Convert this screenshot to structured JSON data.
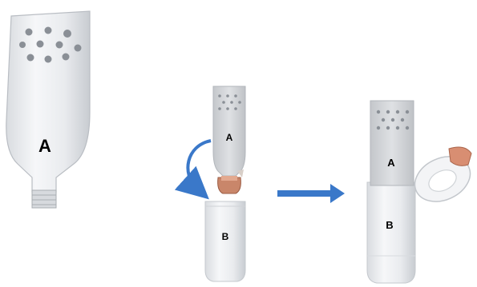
{
  "diagram": {
    "labels": {
      "big_bottle": "A",
      "top_part": "A",
      "bottom_part": "B",
      "assembled_top": "A",
      "assembled_bottom": "B"
    },
    "colors": {
      "arrow": "#3a78c9",
      "cap": "#c9866a",
      "bottle_fill": "#eceef1",
      "bottle_edge": "#b9bdc3",
      "holes": "#8a8f96"
    },
    "icons": [
      "curved-rotate-arrow",
      "right-arrow",
      "bottle-cap"
    ]
  }
}
